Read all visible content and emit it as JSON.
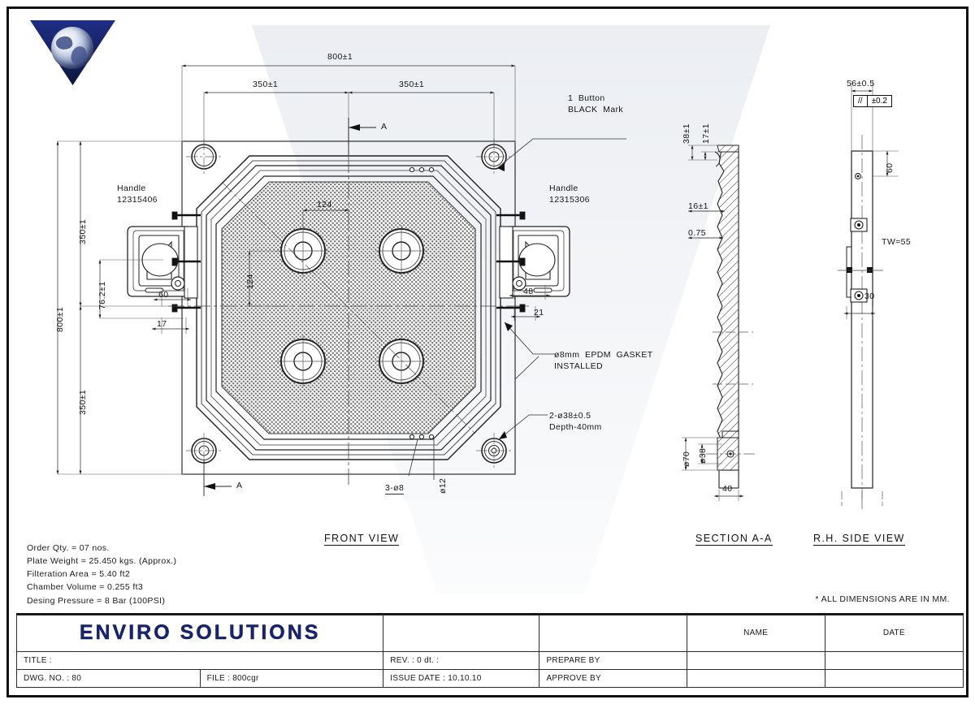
{
  "sheet": {
    "logo_alt": "globe-triangle-logo"
  },
  "views": {
    "front": {
      "caption": "FRONT  VIEW"
    },
    "section": {
      "caption": "SECTION  A-A"
    },
    "side": {
      "caption": "R.H.  SIDE  VIEW"
    }
  },
  "front_view": {
    "dim_overall_width": "800±1",
    "dim_half_left": "350±1",
    "dim_half_right": "350±1",
    "dim_overall_height": "800±1",
    "dim_half_top": "350±1",
    "dim_half_bottom": "350±1",
    "dim_handle_center": "76.2±1",
    "dim_60": "60",
    "dim_17": "17",
    "dim_48": "48",
    "dim_21": "21",
    "dim_pitch_x": "124",
    "dim_pitch_y": "124",
    "section_mark_top": "A",
    "section_mark_bottom": "A",
    "note_button": "1  Button\nBLACK  Mark",
    "note_handle_left": "Handle\n12315406",
    "note_handle_right": "Handle\n12315306",
    "note_gasket": "ø8mm  EPDM  GASKET\nINSTALLED",
    "note_ports": "2-ø38±0.5\nDepth-40mm",
    "note_3x8": "3-ø8",
    "note_d12": "ø12"
  },
  "section_view": {
    "dim_38": "38±1",
    "dim_17": "17±1",
    "dim_16": "16±1",
    "dim_075": "0.75",
    "dim_d70": "ø70",
    "dim_d38": "ø38",
    "dim_40": "40"
  },
  "side_view": {
    "dim_56": "56±0.5",
    "tol_symbol": "//",
    "tol_value": "±0.2",
    "dim_60": "60",
    "dim_tw": "TW=55",
    "dim_30": "30"
  },
  "notes": {
    "spec_block": "Order Qty. = 07 nos.\nPlate Weight = 25.450 kgs. (Approx.)\nFilteration Area = 5.40 ft2\nChamber Volume = 0.255 ft3\nDesing Pressure = 8 Bar (100PSI)",
    "all_dimensions": "* ALL DIMENSIONS ARE IN MM."
  },
  "titleblock": {
    "company": "ENVIRO SOLUTIONS",
    "title_label": "TITLE :",
    "dwg_no": "DWG. NO. : 80",
    "file": "FILE : 800cgr",
    "rev": "REV. : 0 dt. :",
    "issue_date": "ISSUE DATE : 10.10.10",
    "prepare_by": "PREPARE BY",
    "approve_by": "APPROVE BY",
    "name_header": "NAME",
    "date_header": "DATE",
    "blank": ""
  },
  "colors": {
    "ink": "#111111",
    "brand": "#17246E",
    "paper": "#FFFFFF",
    "frame": "#8A8A8A"
  }
}
